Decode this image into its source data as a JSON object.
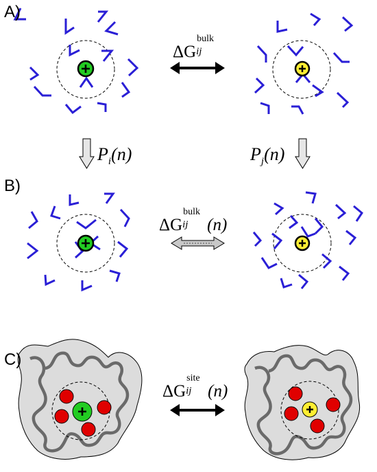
{
  "panels": [
    {
      "label": "A)"
    },
    {
      "label": "B)"
    },
    {
      "label": "C)"
    }
  ],
  "equations": {
    "a_delta_g": {
      "symbol": "ΔG",
      "superscript": "bulk",
      "subscript": "ij",
      "argument": ""
    },
    "b_delta_g": {
      "symbol": "ΔG",
      "superscript": "bulk",
      "subscript": "ij",
      "argument": "(n)"
    },
    "c_delta_g": {
      "symbol": "ΔG",
      "superscript": "site",
      "subscript": "ij",
      "argument": "(n)"
    },
    "p_i": {
      "symbol": "P",
      "subscript": "i",
      "argument": "(n)"
    },
    "p_j": {
      "symbol": "P",
      "subscript": "j",
      "argument": "(n)"
    }
  },
  "ion_sign": "+",
  "colors": {
    "ion_i": "#22cc22",
    "ion_j": "#ffee33",
    "solvent": "#2a1fd6",
    "site_ligand": "#e00000",
    "protein_fill": "#dcdcdc",
    "protein_chain": "#6a6a6a"
  }
}
